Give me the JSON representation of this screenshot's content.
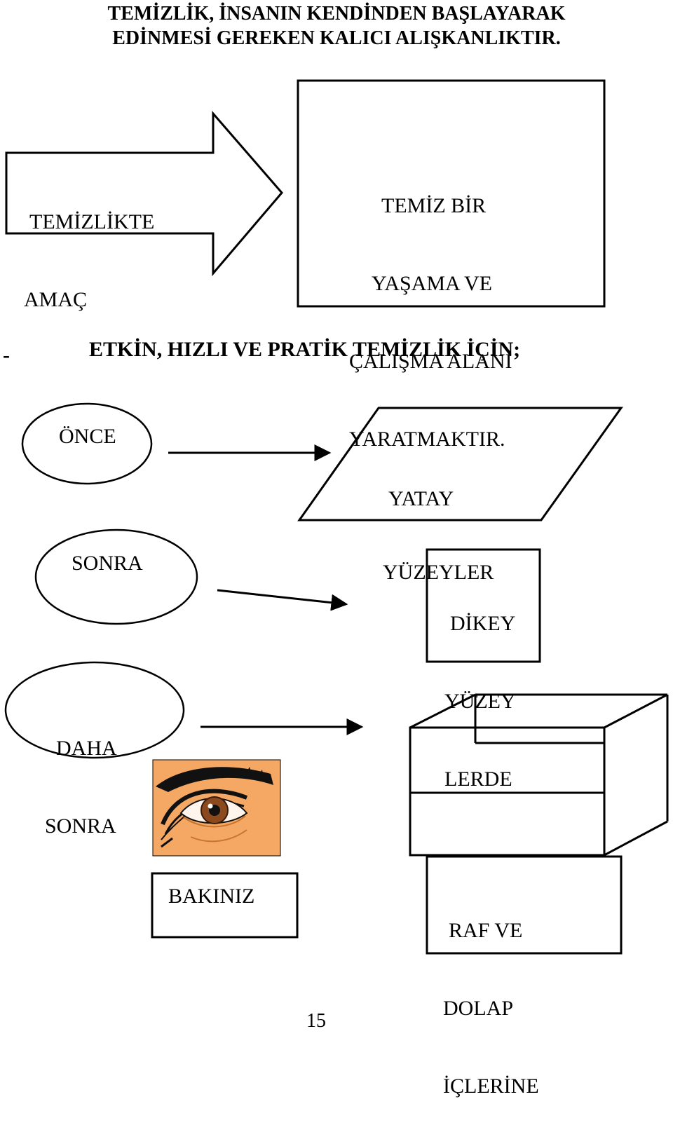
{
  "title": {
    "line1": "TEMİZLİK, İNSANIN KENDİNDEN BAŞLAYARAK",
    "line2": "EDİNMESİ GEREKEN KALICI ALIŞKANLIKTIR."
  },
  "purpose": {
    "arrow_text": [
      "TEMİZLİKTE",
      "AMAÇ"
    ],
    "box_text": [
      "TEMİZ BİR",
      "YAŞAMA VE",
      "ÇALIŞMA ALANI",
      "YARATMAKTIR."
    ]
  },
  "section": {
    "dash": "-",
    "heading": "ETKİN, HIZLI VE PRATİK TEMİZLİK İÇİN;"
  },
  "steps": [
    {
      "label": [
        "ÖNCE"
      ],
      "target": [
        "YATAY",
        "YÜZEYLER"
      ]
    },
    {
      "label": [
        "SONRA"
      ],
      "target": [
        "DİKEY",
        "YÜZEY",
        "LERDE"
      ]
    },
    {
      "label": [
        "DAHA",
        "SONRA"
      ],
      "target": [
        "RAF VE",
        "DOLAP",
        "İÇLERİNE"
      ]
    }
  ],
  "look": {
    "label": "BAKINIZ",
    "icon": "eye-icon"
  },
  "page_number": "15"
}
